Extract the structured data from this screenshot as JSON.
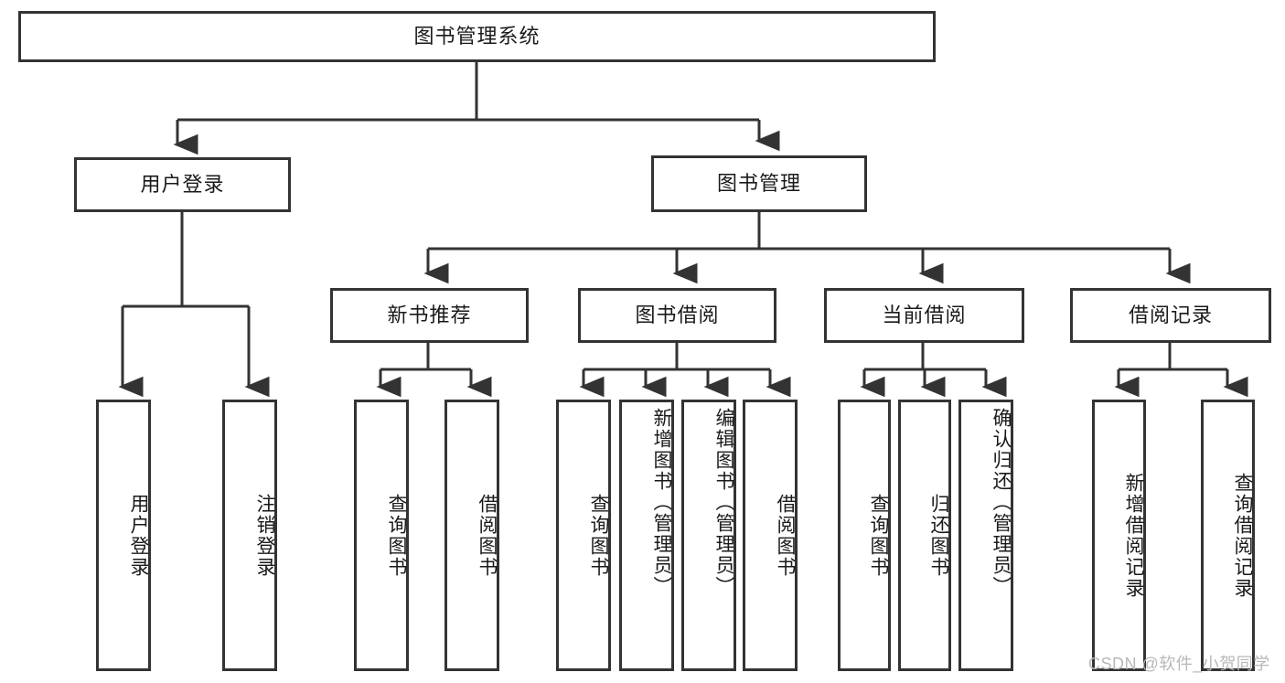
{
  "diagram": {
    "type": "tree",
    "title": "图书管理系统",
    "root": {
      "id": "root",
      "label": "图书管理系统"
    },
    "level2": [
      {
        "id": "user-login",
        "label": "用户登录"
      },
      {
        "id": "book-manage",
        "label": "图书管理"
      }
    ],
    "level3": [
      {
        "id": "new-book-recommend",
        "label": "新书推荐",
        "parent": "book-manage"
      },
      {
        "id": "book-borrow",
        "label": "图书借阅",
        "parent": "book-manage"
      },
      {
        "id": "current-borrow",
        "label": "当前借阅",
        "parent": "book-manage"
      },
      {
        "id": "borrow-record",
        "label": "借阅记录",
        "parent": "book-manage"
      }
    ],
    "leaves": {
      "user_login": [
        {
          "id": "leaf-user-login",
          "label": "用户登录"
        },
        {
          "id": "leaf-logout-login",
          "label": "注销登录"
        }
      ],
      "new_book_recommend": [
        {
          "id": "leaf-query-book-1",
          "label": "查询图书"
        },
        {
          "id": "leaf-borrow-book-1",
          "label": "借阅图书"
        }
      ],
      "book_borrow": [
        {
          "id": "leaf-query-book-2",
          "label": "查询图书"
        },
        {
          "id": "leaf-add-book",
          "label": "新增图书（管理员）"
        },
        {
          "id": "leaf-edit-book",
          "label": "编辑图书（管理员）"
        },
        {
          "id": "leaf-borrow-book-2",
          "label": "借阅图书"
        }
      ],
      "current_borrow": [
        {
          "id": "leaf-query-book-3",
          "label": "查询图书"
        },
        {
          "id": "leaf-return-book",
          "label": "归还图书"
        },
        {
          "id": "leaf-confirm-return",
          "label": "确认归还（管理员）"
        }
      ],
      "borrow_record": [
        {
          "id": "leaf-add-record",
          "label": "新增借阅记录"
        },
        {
          "id": "leaf-query-record",
          "label": "查询借阅记录"
        }
      ]
    }
  },
  "watermark": {
    "text": "CSDN @软件_小贺同学"
  },
  "colors": {
    "stroke": "#333333",
    "box_fill": "#ffffff",
    "text": "#1a1a1a",
    "watermark": "#b8b8b8",
    "background": "#ffffff"
  }
}
